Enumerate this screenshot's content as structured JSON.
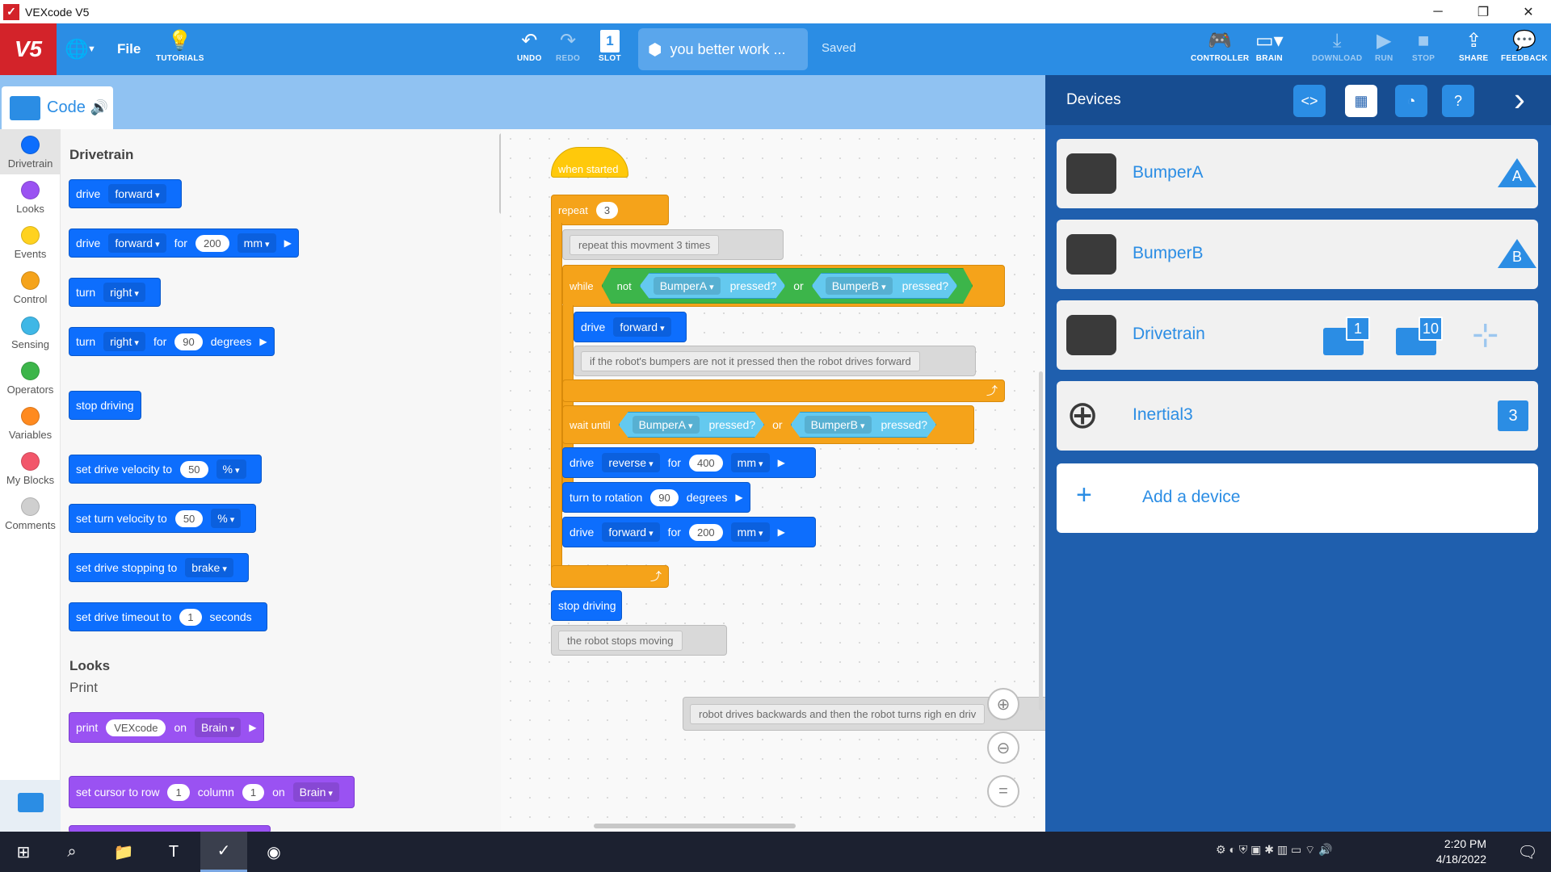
{
  "window": {
    "title": "VEXcode V5",
    "minimize": "─",
    "maximize": "❐",
    "close": "✕"
  },
  "toolbar": {
    "logo": "V5",
    "file": "File",
    "tutorials": "TUTORIALS",
    "undo": "UNDO",
    "redo": "REDO",
    "slot": "SLOT",
    "slot_number": "1",
    "project_name": "you better work ...",
    "save_status": "Saved",
    "controller": "CONTROLLER",
    "brain": "BRAIN",
    "download": "DOWNLOAD",
    "run": "RUN",
    "stop": "STOP",
    "share": "SHARE",
    "feedback": "FEEDBACK"
  },
  "code_tab": {
    "label": "Code"
  },
  "categories": [
    "Drivetrain",
    "Looks",
    "Events",
    "Control",
    "Sensing",
    "Operators",
    "Variables",
    "My Blocks",
    "Comments"
  ],
  "category_colors": [
    "#0d6efd",
    "#9a52f2",
    "#ffd21f",
    "#f5a31a",
    "#3fb7e6",
    "#3cb54a",
    "#ff8a1f",
    "#f2566a",
    "#cfcfcf"
  ],
  "palette": {
    "drivetrain_title": "Drivetrain",
    "looks_title": "Looks",
    "print_sub": "Print",
    "b1": {
      "drive": "drive",
      "dir": "forward"
    },
    "b2": {
      "drive": "drive",
      "dir": "forward",
      "for": "for",
      "val": "200",
      "unit": "mm"
    },
    "b3": {
      "turn": "turn",
      "dir": "right"
    },
    "b4": {
      "turn": "turn",
      "dir": "right",
      "for": "for",
      "val": "90",
      "unit": "degrees"
    },
    "b5": {
      "text": "stop driving"
    },
    "b6": {
      "text": "set drive velocity to",
      "val": "50",
      "unit": "%"
    },
    "b7": {
      "text": "set turn velocity to",
      "val": "50",
      "unit": "%"
    },
    "b8": {
      "text": "set drive stopping to",
      "mode": "brake"
    },
    "b9": {
      "text": "set drive timeout to",
      "val": "1",
      "unit": "seconds"
    },
    "b10": {
      "print": "print",
      "val": "VEXcode",
      "on": "on",
      "target": "Brain"
    },
    "b11": {
      "text": "set cursor to row",
      "row": "1",
      "column": "column",
      "col": "1",
      "on": "on",
      "target": "Brain"
    }
  },
  "program": {
    "when_started": "when started",
    "repeat": "repeat",
    "repeat_count": "3",
    "comment1": "repeat this movment 3 times",
    "while": "while",
    "not": "not",
    "bumperA": "BumperA",
    "bumperB": "BumperB",
    "pressed": "pressed?",
    "or": "or",
    "drive": "drive",
    "forward": "forward",
    "comment2": "if the robot's bumpers are not it pressed then the robot drives forward",
    "wait_until": "wait until",
    "reverse": "reverse",
    "for": "for",
    "val400": "400",
    "mm": "mm",
    "turn_to_rotation": "turn to rotation",
    "val90": "90",
    "degrees": "degrees",
    "val200": "200",
    "stop_driving": "stop driving",
    "comment3": "the robot stops moving",
    "comment4": "robot  drives backwards and then the robot turns righ   en driv"
  },
  "devices": {
    "title": "Devices",
    "items": [
      {
        "name": "BumperA",
        "port": "A"
      },
      {
        "name": "BumperB",
        "port": "B"
      },
      {
        "name": "Drivetrain",
        "motor1": "1",
        "motor2": "10"
      },
      {
        "name": "Inertial3",
        "port": "3"
      }
    ],
    "add": "Add a device"
  },
  "taskbar": {
    "time": "2:20 PM",
    "date": "4/18/2022"
  }
}
